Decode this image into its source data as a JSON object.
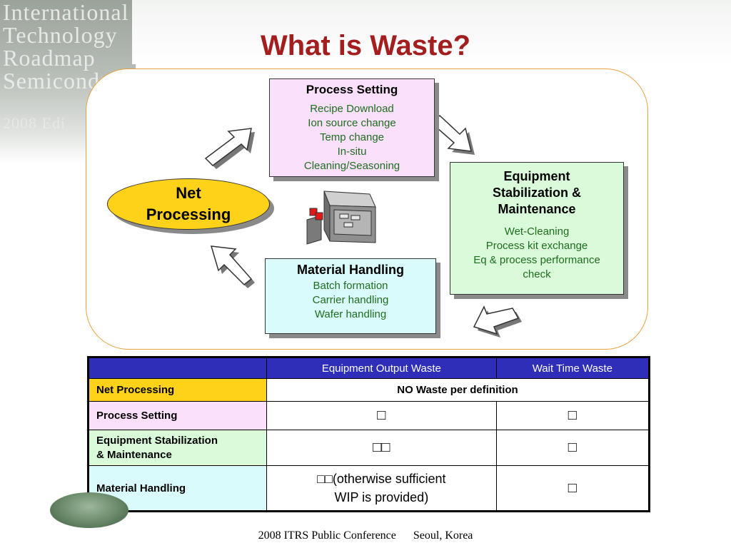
{
  "header": {
    "watermark_lines": [
      "International",
      "Technology",
      "Roadmap",
      "Semicond",
      "2008 Edi"
    ],
    "title": "What is Waste?"
  },
  "diagram": {
    "net_processing": {
      "line1": "Net",
      "line2": "Processing"
    },
    "process_setting": {
      "title": "Process Setting",
      "items": [
        "Recipe Download",
        "Ion source change",
        "Temp change",
        "In-situ",
        "Cleaning/Seasoning"
      ]
    },
    "equipment": {
      "title_lines": [
        "Equipment",
        "Stabilization &",
        "Maintenance"
      ],
      "items": [
        "Wet-Cleaning",
        "Process kit exchange",
        "Eq & process performance",
        "check"
      ]
    },
    "material_handling": {
      "title": "Material Handling",
      "items": [
        "Batch formation",
        "Carrier handling",
        "Wafer handling"
      ]
    },
    "arrow_icon": "outlined-block-arrow-icon",
    "tool_icon": "equipment-tool-icon"
  },
  "table": {
    "headers": [
      "",
      "Equipment Output Waste",
      "Wait Time Waste"
    ],
    "rows": [
      {
        "label": "Net Processing",
        "merged": "NO Waste per definition",
        "color": "#ffd21a"
      },
      {
        "label": "Process Setting",
        "c1": "□",
        "c2": "□",
        "color": "#fbe0fb"
      },
      {
        "label_lines": [
          "Equipment Stabilization",
          "& Maintenance"
        ],
        "c1": "□□",
        "c2": "□",
        "color": "#d9fbd9"
      },
      {
        "label": "Material Handling",
        "c1_lines": [
          "□□(otherwise sufficient",
          "WIP is provided)"
        ],
        "c2": "□",
        "color": "#dafbfb"
      }
    ],
    "header_color": "#2e2eb8"
  },
  "footer": {
    "text": "2008 ITRS Public Conference      Seoul, Korea"
  }
}
